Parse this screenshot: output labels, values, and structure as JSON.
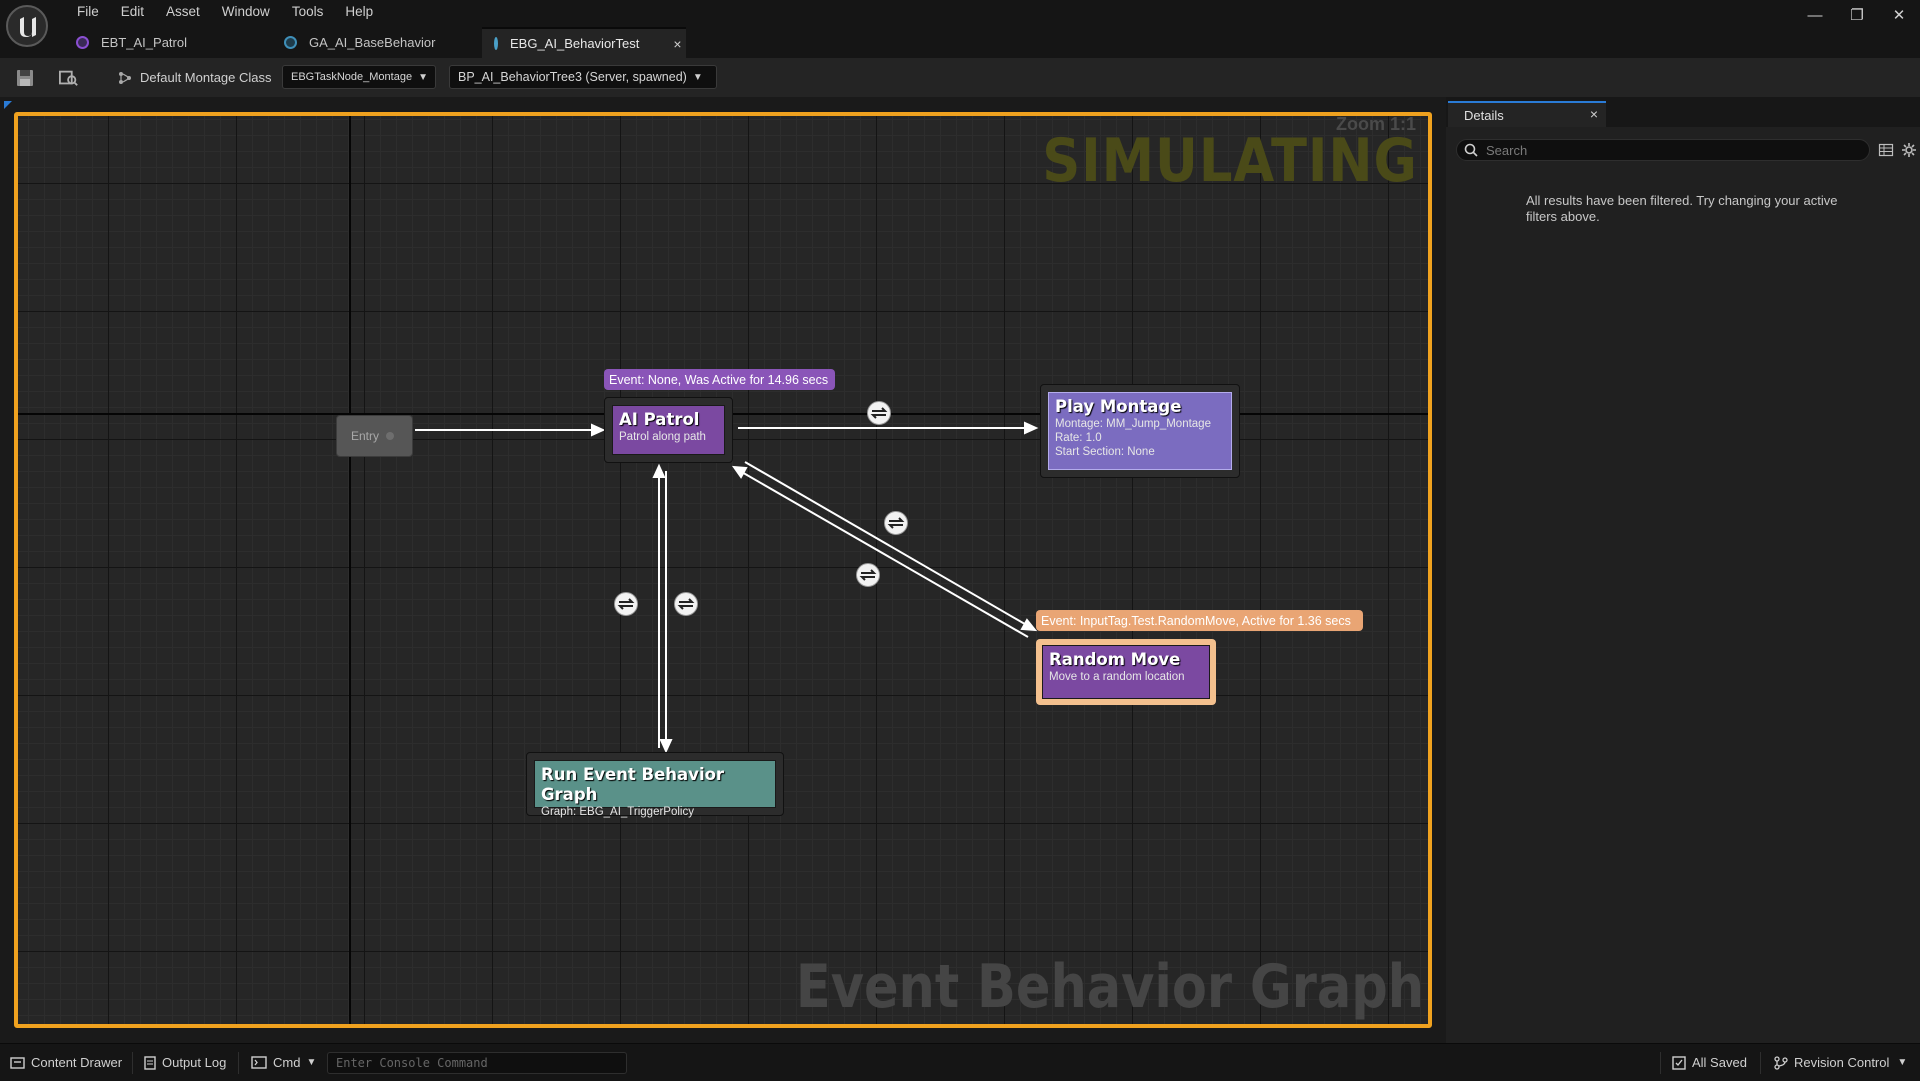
{
  "menu": [
    "File",
    "Edit",
    "Asset",
    "Window",
    "Tools",
    "Help"
  ],
  "tabs": [
    {
      "label": "EBT_AI_Patrol",
      "icon_color": "#8a4fd1"
    },
    {
      "label": "GA_AI_BaseBehavior",
      "icon_color": "#4aa0c8"
    },
    {
      "label": "EBG_AI_BehaviorTest",
      "icon_color": "#4aa0c8",
      "active": true,
      "close": "×"
    }
  ],
  "window_controls": {
    "minimize": "—",
    "restore": "❐",
    "close": "✕"
  },
  "toolbar": {
    "montage_class_label": "Default Montage Class",
    "montage_dropdown": "EBGTaskNode_Montage",
    "debug_object_dropdown": "BP_AI_BehaviorTree3 (Server, spawned)"
  },
  "graph": {
    "simulating_label": "SIMULATING",
    "zoom_label": "Zoom 1:1",
    "watermark": "Event Behavior Graph",
    "border_color": "#f0a21f",
    "entry": {
      "label": "Entry"
    },
    "nodes": {
      "patrol": {
        "title": "AI Patrol",
        "subtitle": "Patrol along path",
        "tooltip": "Event: None, Was Active for 14.96 secs"
      },
      "montage": {
        "title": "Play Montage",
        "lines": [
          "Montage: MM_Jump_Montage",
          "Rate: 1.0",
          "Start Section: None"
        ]
      },
      "random": {
        "title": "Random Move",
        "subtitle": "Move to a random location",
        "tooltip": "Event: InputTag.Test.RandomMove, Active for 1.36 secs"
      },
      "run": {
        "title": "Run Event Behavior Graph",
        "subtitle": "Graph: EBG_AI_TriggerPolicy"
      }
    }
  },
  "details": {
    "tab_label": "Details",
    "tab_close": "×",
    "search_placeholder": "Search",
    "empty_message": "All results have been filtered. Try changing your active filters above."
  },
  "statusbar": {
    "content_drawer": "Content Drawer",
    "output_log": "Output Log",
    "cmd": "Cmd",
    "console_placeholder": "Enter Console Command",
    "all_saved": "All Saved",
    "revision_control": "Revision Control"
  }
}
